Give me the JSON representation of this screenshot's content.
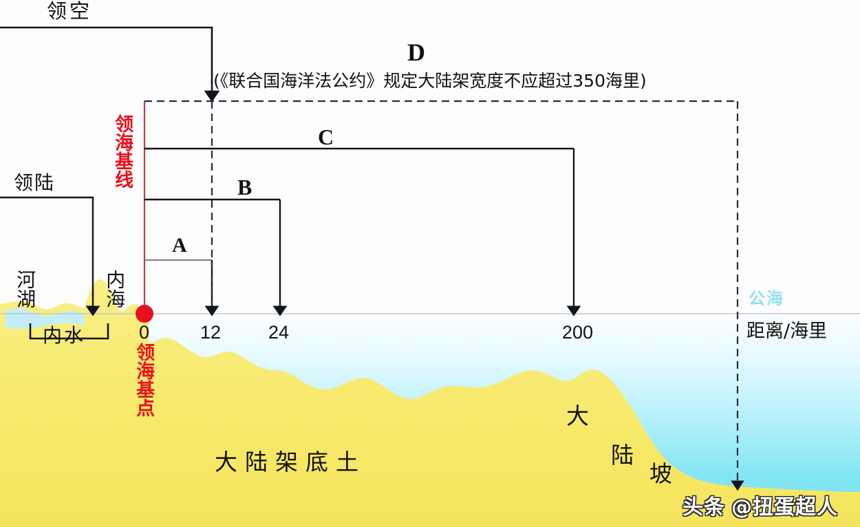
{
  "diagram": {
    "title_note": "(《联合国海洋法公约》规定大陆架宽度不应超过350海里)",
    "zones": {
      "airspace": "领空",
      "land_territory": "领陆",
      "river_lake": "河湖",
      "inland_sea": "内海",
      "internal_waters": "内水",
      "baseline": "领海基线",
      "basepoint": "领海基点",
      "high_seas": "公海",
      "shelf_subsoil": "大陆架底土",
      "continental_slope_chars": [
        "大",
        "陆",
        "坡"
      ]
    },
    "brackets": {
      "a": "A",
      "b": "B",
      "c": "C",
      "d": "D"
    },
    "axis": {
      "unit_label": "距离/海里",
      "ticks": [
        "0",
        "12",
        "24",
        "200"
      ]
    },
    "watermark": {
      "source": "头条",
      "handle": "@扭蛋超人"
    },
    "colors": {
      "land": "#f7e96a",
      "sea_shallow": "#b8f0f7",
      "sea_deep": "#7fe3f0",
      "baseline_red": "#e8101b",
      "high_seas_text": "#8fe3ef",
      "line_black": "#1a1a24",
      "dashed": "#2a2a3a"
    }
  }
}
